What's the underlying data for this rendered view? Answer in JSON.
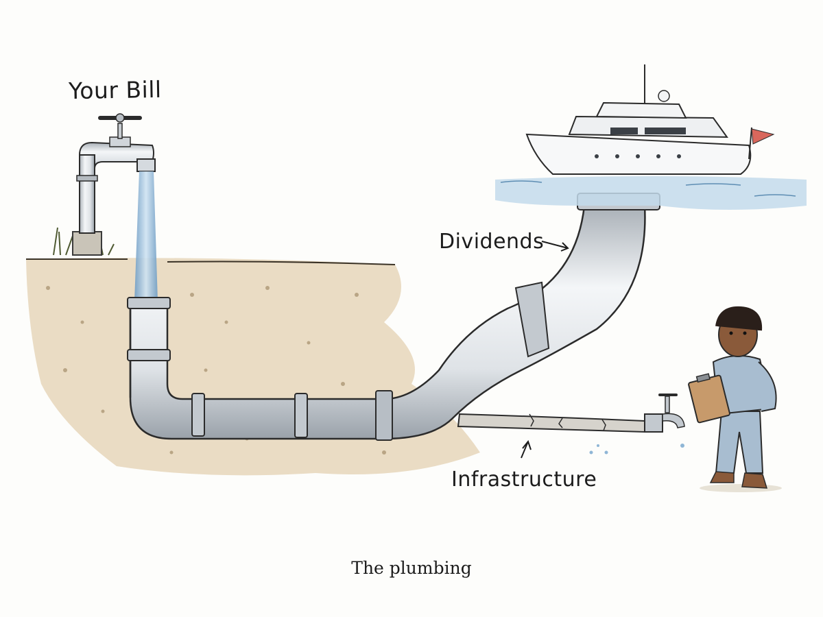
{
  "labels": {
    "your_bill": "Your Bill",
    "dividends": "Dividends",
    "infrastructure": "Infrastructure"
  },
  "caption": "The plumbing",
  "colors": {
    "soil": "#e3d2b4",
    "pipe": "#e4e7ea",
    "pipe_outline": "#2b2b2b",
    "water": "#8fb6d6",
    "sea": "#bcd6e8",
    "flag": "#d9675c",
    "worker_uniform": "#9fb6c9",
    "clipboard": "#c79a6b"
  },
  "icons": [
    "faucet-icon",
    "yacht-icon",
    "worker-icon",
    "clipboard-icon",
    "flag-icon"
  ]
}
